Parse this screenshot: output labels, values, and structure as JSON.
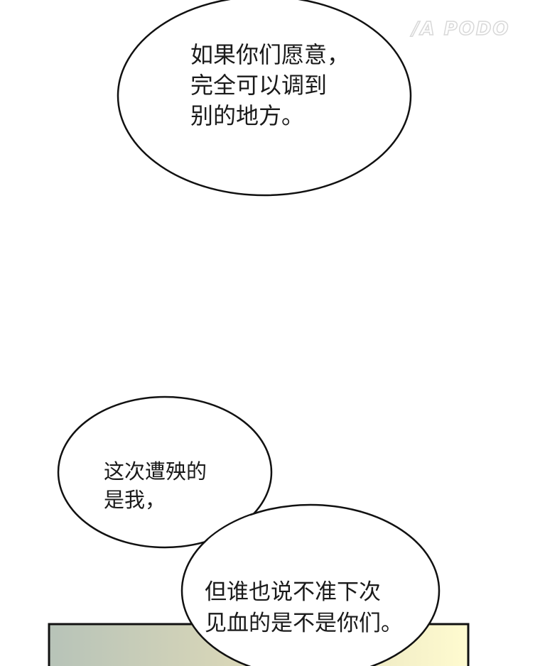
{
  "watermark": "/A PODO",
  "bubble_top": {
    "lines": [
      "如果你们愿意，",
      "完全可以调到",
      "别的地方。"
    ]
  },
  "bubble_left": {
    "lines": [
      "这次遭殃的",
      "是我，"
    ]
  },
  "bubble_right": {
    "lines": [
      "但谁也说不准下次",
      "见血的是不是你们。"
    ]
  },
  "colors": {
    "panel_left": "#b7c3b8",
    "panel_mid": "#ddd9b8",
    "panel_right": "#fffbd0",
    "outline": "#111111"
  }
}
